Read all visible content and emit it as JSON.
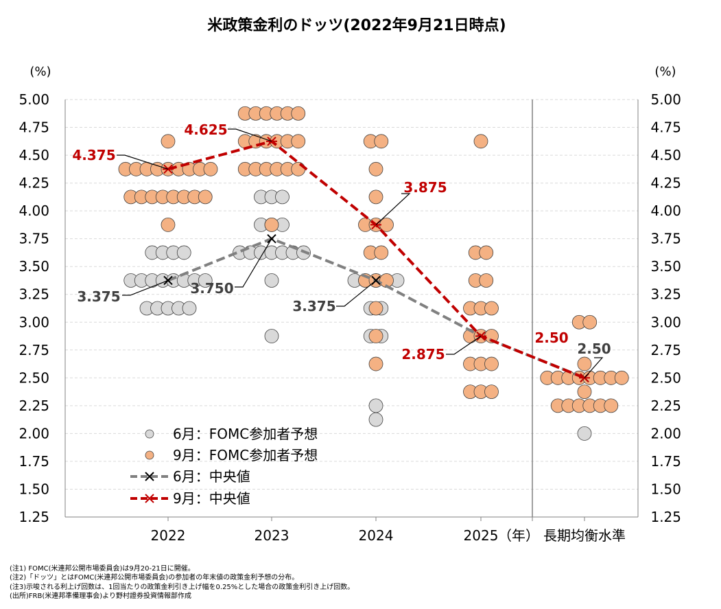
{
  "chart_data": {
    "type": "scatter",
    "title": "米政策金利のドッツ(2022年9月21日時点)",
    "y_unit_left": "(%)",
    "y_unit_right": "(%)",
    "ylim": [
      1.25,
      5.0
    ],
    "yticks": [
      "5.00",
      "4.75",
      "4.50",
      "4.25",
      "4.00",
      "3.75",
      "3.50",
      "3.25",
      "3.00",
      "2.75",
      "2.50",
      "2.25",
      "2.00",
      "1.75",
      "1.50",
      "1.25"
    ],
    "categories": [
      "2022",
      "2023",
      "2024",
      "2025",
      "長期均衡水準"
    ],
    "year_label": "（年）",
    "grid": true,
    "legend_position": "bottom-left",
    "series": [
      {
        "name": "6月：FOMC参加者予想",
        "kind": "dots",
        "color": "#d9d9d9",
        "points": [
          {
            "cat": 0,
            "y": 3.625,
            "count": 4
          },
          {
            "cat": 0,
            "y": 3.375,
            "count": 8
          },
          {
            "cat": 0,
            "y": 3.125,
            "count": 5
          },
          {
            "cat": 1,
            "y": 4.125,
            "count": 3
          },
          {
            "cat": 1,
            "y": 3.875,
            "count": 3
          },
          {
            "cat": 1,
            "y": 3.625,
            "count": 7
          },
          {
            "cat": 1,
            "y": 3.375,
            "count": 1
          },
          {
            "cat": 1,
            "y": 2.875,
            "count": 1
          },
          {
            "cat": 2,
            "y": 3.375,
            "count": 5
          },
          {
            "cat": 2,
            "y": 3.125,
            "count": 2
          },
          {
            "cat": 2,
            "y": 2.875,
            "count": 2
          },
          {
            "cat": 2,
            "y": 2.25,
            "count": 1
          },
          {
            "cat": 2,
            "y": 2.125,
            "count": 1
          },
          {
            "cat": 4,
            "y": 2.0,
            "count": 1
          }
        ]
      },
      {
        "name": "9月：FOMC参加者予想",
        "kind": "dots",
        "color": "#f4b183",
        "points": [
          {
            "cat": 0,
            "y": 4.625,
            "count": 1
          },
          {
            "cat": 0,
            "y": 4.375,
            "count": 9
          },
          {
            "cat": 0,
            "y": 4.125,
            "count": 8
          },
          {
            "cat": 0,
            "y": 3.875,
            "count": 1
          },
          {
            "cat": 1,
            "y": 4.875,
            "count": 6
          },
          {
            "cat": 1,
            "y": 4.625,
            "count": 6
          },
          {
            "cat": 1,
            "y": 4.375,
            "count": 6
          },
          {
            "cat": 1,
            "y": 3.875,
            "count": 1
          },
          {
            "cat": 2,
            "y": 4.625,
            "count": 2
          },
          {
            "cat": 2,
            "y": 4.375,
            "count": 1
          },
          {
            "cat": 2,
            "y": 4.125,
            "count": 1
          },
          {
            "cat": 2,
            "y": 3.875,
            "count": 3
          },
          {
            "cat": 2,
            "y": 3.625,
            "count": 2
          },
          {
            "cat": 2,
            "y": 3.375,
            "count": 3
          },
          {
            "cat": 2,
            "y": 3.125,
            "count": 1
          },
          {
            "cat": 2,
            "y": 2.875,
            "count": 1
          },
          {
            "cat": 2,
            "y": 2.625,
            "count": 1
          },
          {
            "cat": 3,
            "y": 4.625,
            "count": 1
          },
          {
            "cat": 3,
            "y": 3.625,
            "count": 2
          },
          {
            "cat": 3,
            "y": 3.375,
            "count": 2
          },
          {
            "cat": 3,
            "y": 3.125,
            "count": 3
          },
          {
            "cat": 3,
            "y": 2.875,
            "count": 3
          },
          {
            "cat": 3,
            "y": 2.625,
            "count": 3
          },
          {
            "cat": 3,
            "y": 2.375,
            "count": 3
          },
          {
            "cat": 4,
            "y": 3.0,
            "count": 2
          },
          {
            "cat": 4,
            "y": 2.625,
            "count": 1
          },
          {
            "cat": 4,
            "y": 2.5,
            "count": 8
          },
          {
            "cat": 4,
            "y": 2.375,
            "count": 1
          },
          {
            "cat": 4,
            "y": 2.25,
            "count": 6
          }
        ]
      },
      {
        "name": "6月：中央値",
        "kind": "median",
        "color": "#808080",
        "cats": [
          0,
          1,
          2,
          3,
          4
        ],
        "values": [
          3.375,
          3.75,
          3.375,
          2.875,
          2.5
        ]
      },
      {
        "name": "9月：中央値",
        "kind": "median",
        "color": "#c00000",
        "cats": [
          0,
          1,
          2,
          3,
          4
        ],
        "values": [
          4.375,
          4.625,
          3.875,
          2.875,
          2.5
        ]
      }
    ],
    "annotations": [
      {
        "text": "4.375",
        "color": "#c00000"
      },
      {
        "text": "4.625",
        "color": "#c00000"
      },
      {
        "text": "3.875",
        "color": "#c00000"
      },
      {
        "text": "2.875",
        "color": "#c00000"
      },
      {
        "text": "2.50",
        "color": "#c00000"
      },
      {
        "text": "3.375",
        "color": "#404040"
      },
      {
        "text": "3.750",
        "color": "#404040"
      },
      {
        "text": "3.375",
        "color": "#404040"
      },
      {
        "text": "2.50",
        "color": "#404040"
      }
    ]
  },
  "notes": [
    "(注1) FOMC(米連邦公開市場委員会)は9月20-21日に開催。",
    "(注2)「ドッツ」とはFOMC(米連邦公開市場委員会)の参加者の年末値の政策金利予想の分布。",
    "(注3)示唆される利上げ回数は、1回当たりの政策金利引き上げ幅を0.25%とした場合の政策金利引き上げ回数。",
    "(出所)FRB(米連邦準備理事会)より野村證券投資情報部作成"
  ]
}
